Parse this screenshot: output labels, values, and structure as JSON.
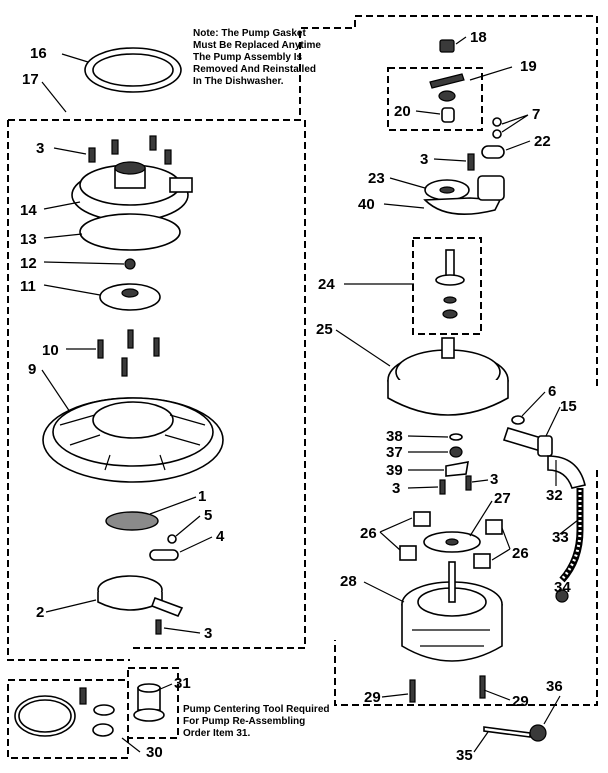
{
  "note": {
    "lines": [
      "Note: The Pump Gasket",
      "Must Be Replaced Anytime",
      "The Pump Assembly Is",
      "Removed And Reinstalled",
      "In The Dishwasher."
    ]
  },
  "tool_note": {
    "lines": [
      "Pump Centering Tool Required",
      "For Pump Re-Assembling",
      "Order Item 31."
    ]
  },
  "callouts": {
    "c16": "16",
    "c17": "17",
    "c3a": "3",
    "c14": "14",
    "c13": "13",
    "c12": "12",
    "c11": "11",
    "c10": "10",
    "c9": "9",
    "c1": "1",
    "c5": "5",
    "c4": "4",
    "c2": "2",
    "c3b": "3",
    "c31": "31",
    "c30": "30",
    "c18": "18",
    "c19": "19",
    "c20": "20",
    "c7": "7",
    "c22": "22",
    "c3c": "3",
    "c23": "23",
    "c40": "40",
    "c24": "24",
    "c25": "25",
    "c6": "6",
    "c15": "15",
    "c38": "38",
    "c37": "37",
    "c39": "39",
    "c3d": "3",
    "c3e": "3",
    "c32": "32",
    "c27": "27",
    "c26a": "26",
    "c26b": "26",
    "c33": "33",
    "c28": "28",
    "c34": "34",
    "c36": "36",
    "c29a": "29",
    "c29b": "29",
    "c35": "35"
  }
}
